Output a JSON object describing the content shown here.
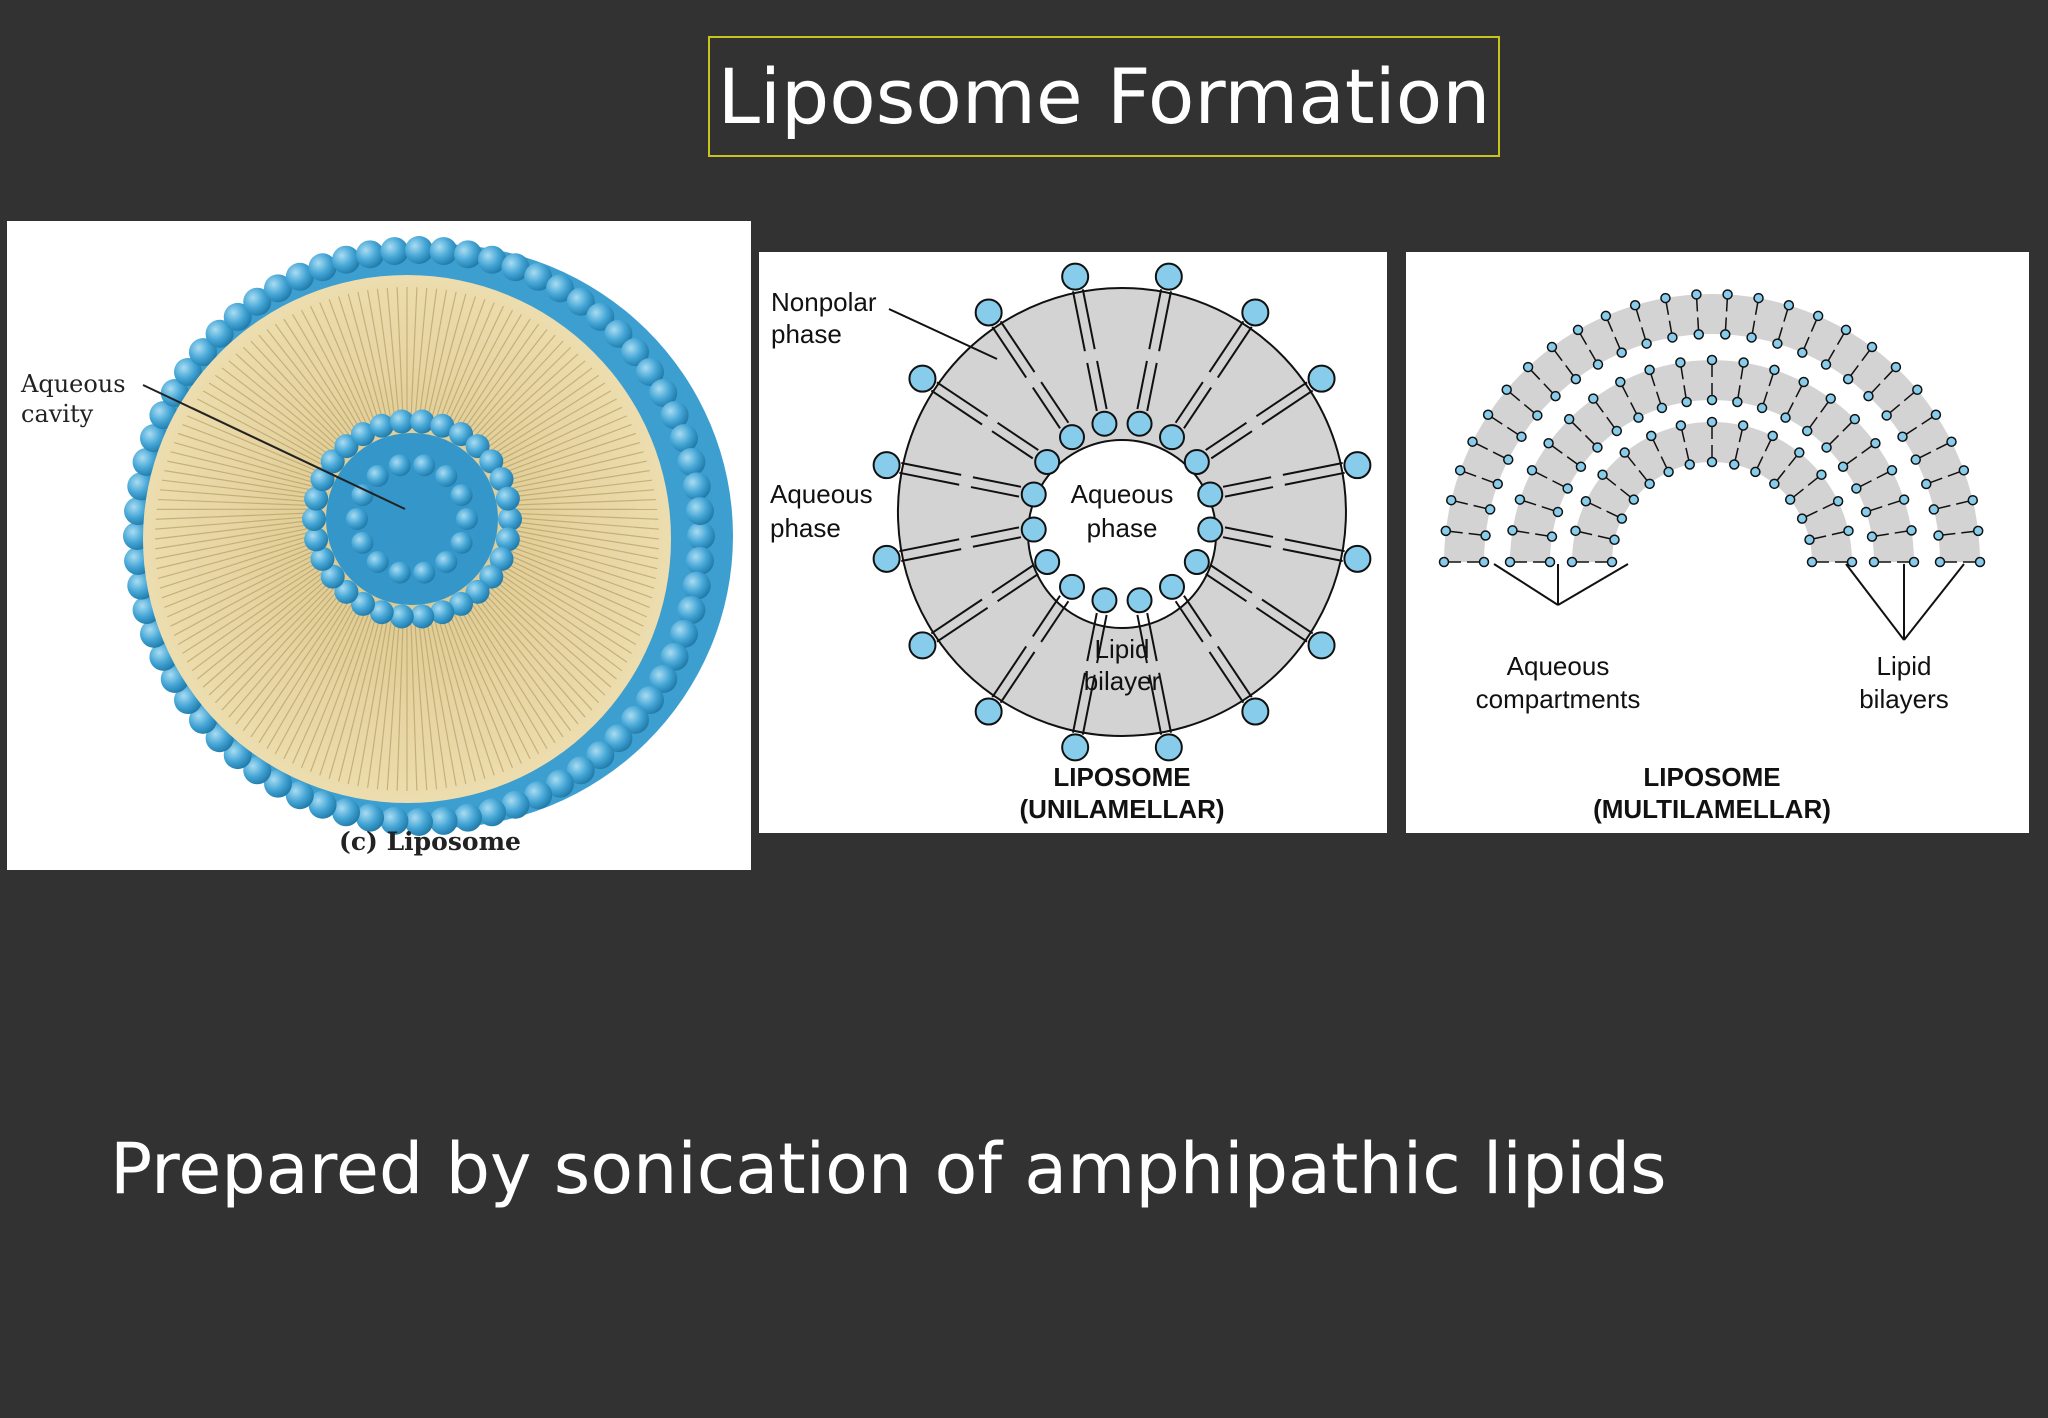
{
  "slide": {
    "title": "Liposome Formation",
    "subtitle": "Prepared by sonication of amphipathic lipids"
  },
  "figures": {
    "liposome_3d": {
      "label_cavity_line1": "Aqueous",
      "label_cavity_line2": "cavity",
      "caption": "(c) Liposome"
    },
    "unilamellar": {
      "label_nonpolar_line1": "Nonpolar",
      "label_nonpolar_line2": "phase",
      "label_outer_aqueous_line1": "Aqueous",
      "label_outer_aqueous_line2": "phase",
      "label_inner_aqueous_line1": "Aqueous",
      "label_inner_aqueous_line2": "phase",
      "label_bilayer_line1": "Lipid",
      "label_bilayer_line2": "bilayer",
      "caption_line1": "LIPOSOME",
      "caption_line2": "(UNILAMELLAR)"
    },
    "multilamellar": {
      "label_compartments_line1": "Aqueous",
      "label_compartments_line2": "compartments",
      "label_bilayers_line1": "Lipid",
      "label_bilayers_line2": "bilayers",
      "caption_line1": "LIPOSOME",
      "caption_line2": "(MULTILAMELLAR)"
    }
  },
  "colors": {
    "background": "#323232",
    "title_border": "#c9c41a",
    "head_blue": "#4aa8d6",
    "tail_tan": "#e2cf9a",
    "bilayer_gray": "#d3d3d3"
  }
}
